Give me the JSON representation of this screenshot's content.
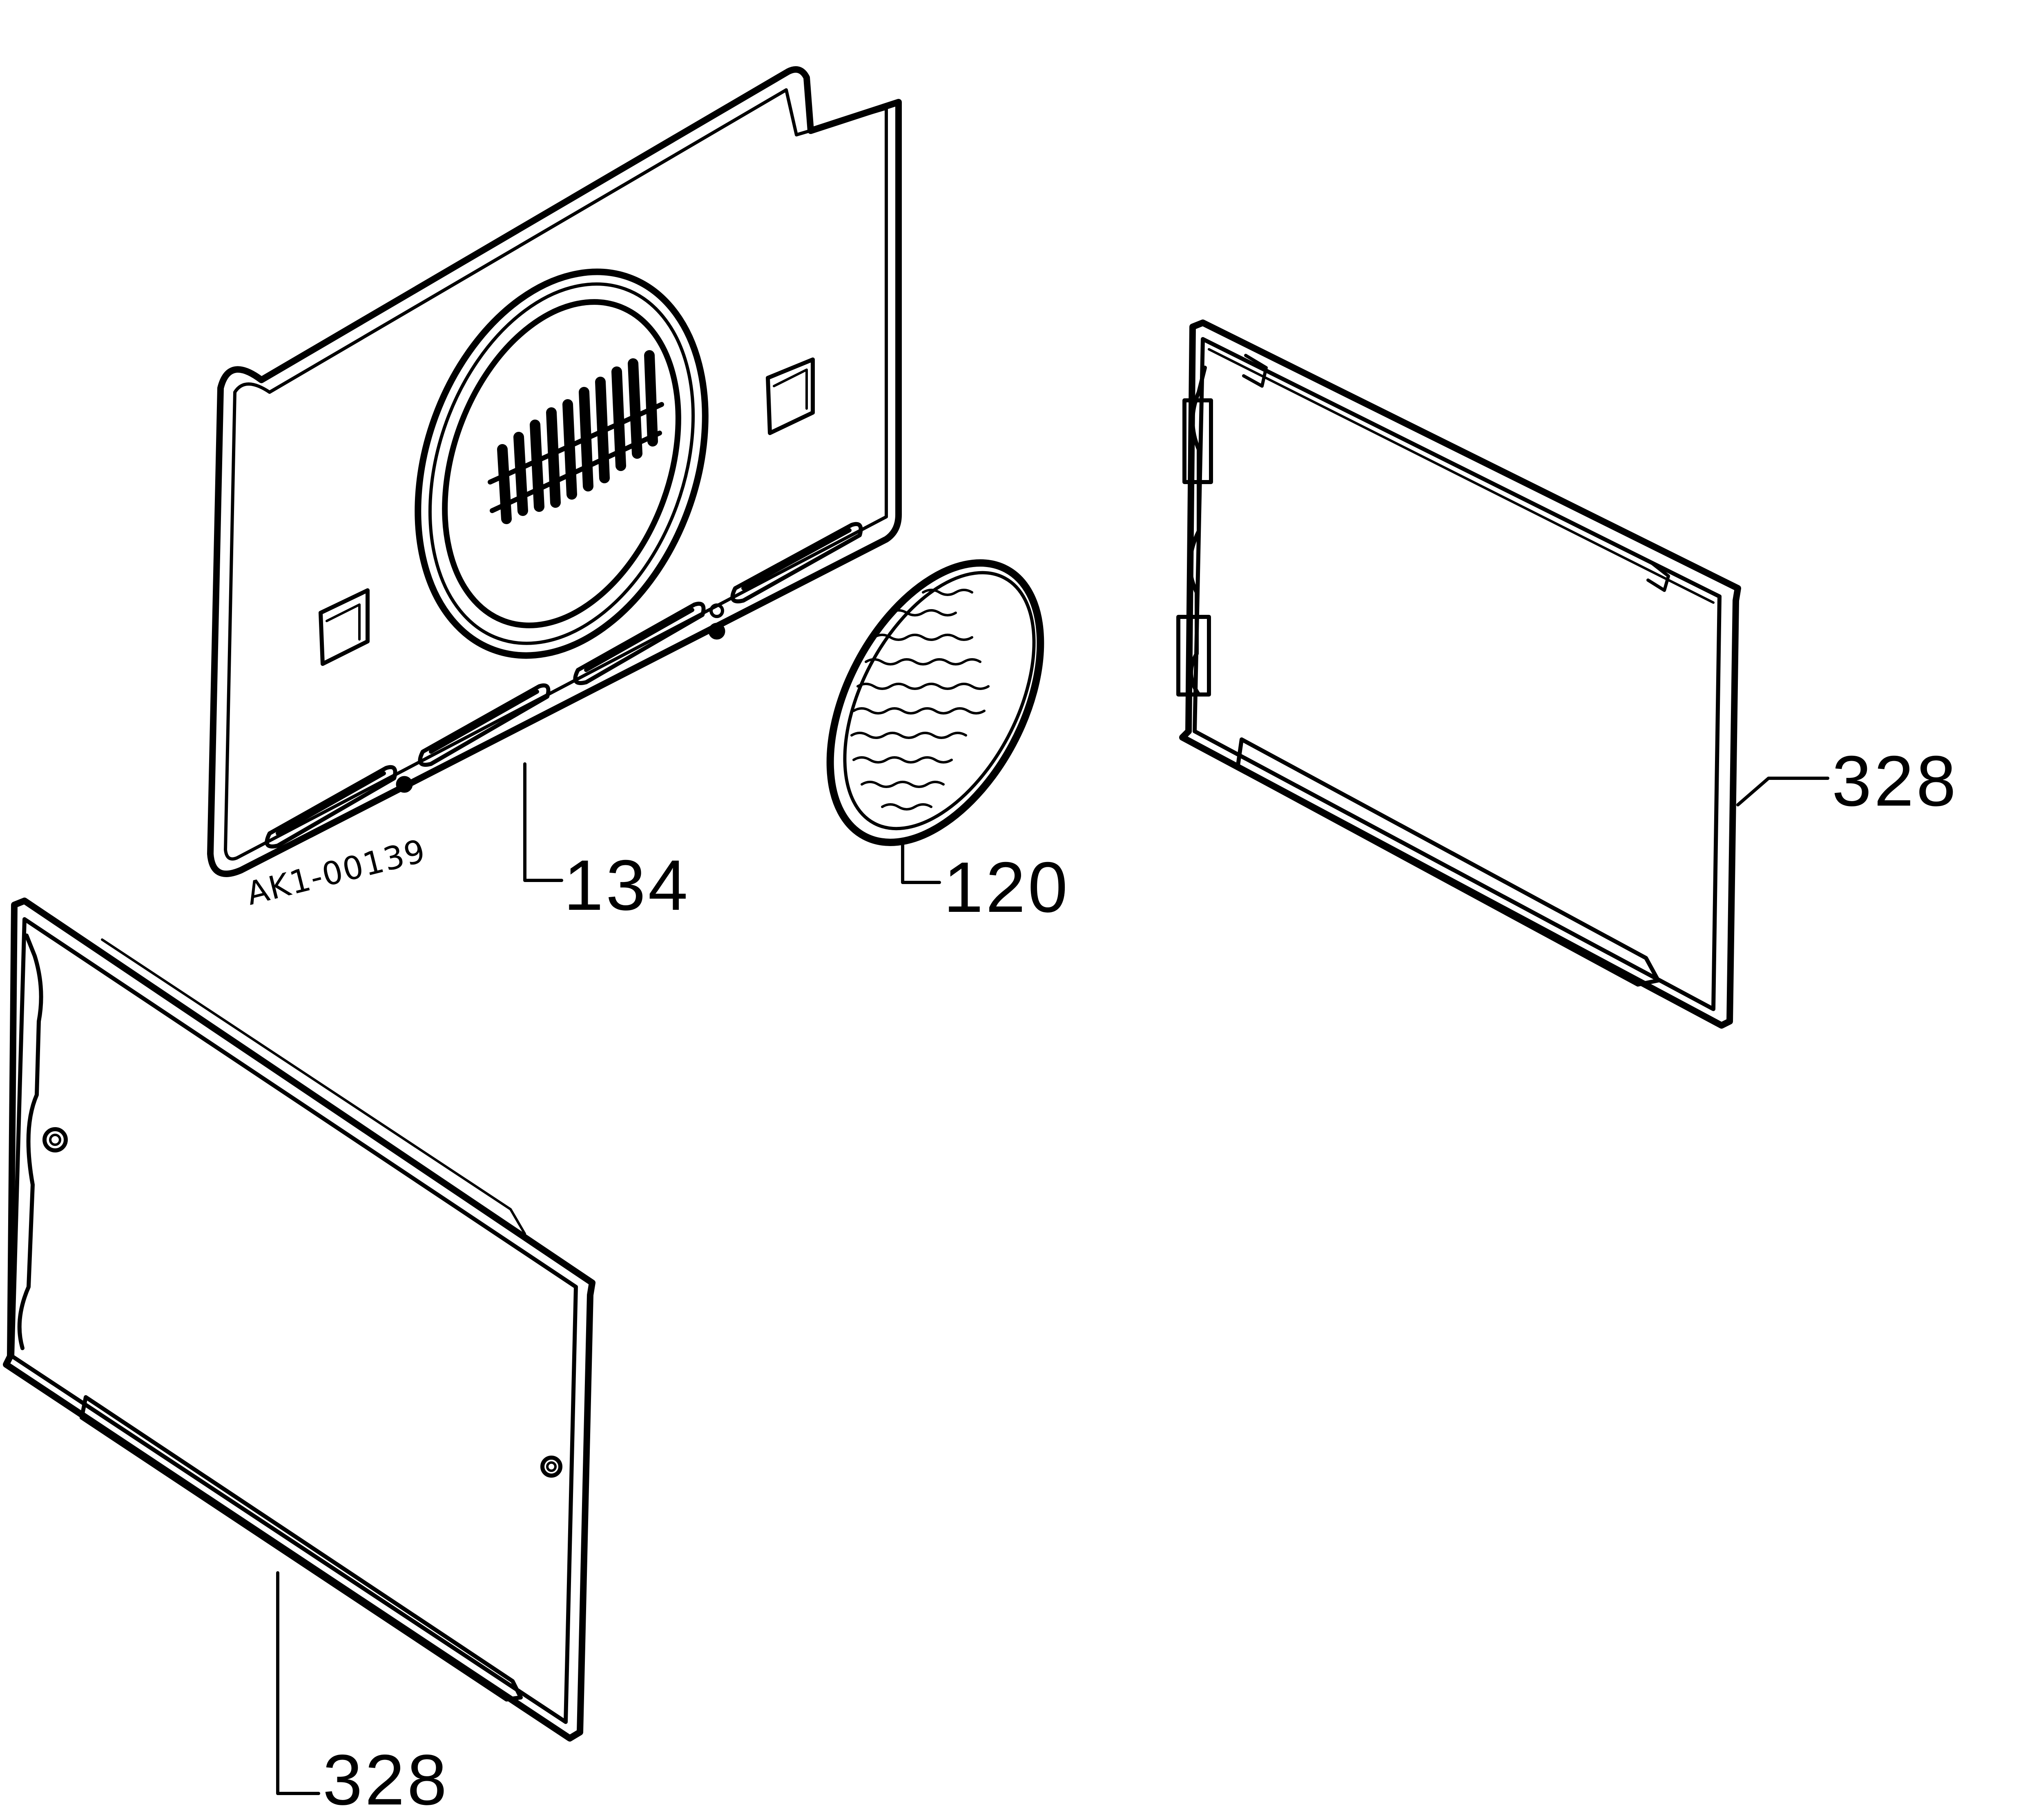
{
  "diagram": {
    "drawing_number": "AK1-00139",
    "parts": [
      {
        "id": "back-panel",
        "label": "134"
      },
      {
        "id": "filter",
        "label": "120"
      },
      {
        "id": "glass-panel-right",
        "label": "328"
      },
      {
        "id": "glass-panel-left",
        "label": "328"
      }
    ]
  },
  "colors": {
    "line": "#000000",
    "background": "#ffffff"
  }
}
